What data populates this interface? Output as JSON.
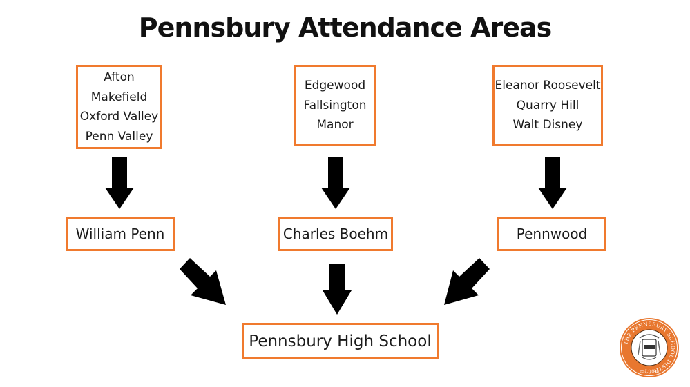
{
  "title": "Pennsbury Attendance Areas",
  "areas": [
    {
      "elementary": [
        "Afton",
        "Makefield",
        "Oxford Valley",
        "Penn Valley"
      ],
      "middle": "William Penn"
    },
    {
      "elementary": [
        "Edgewood",
        "Fallsington",
        "Manor"
      ],
      "middle": "Charles Boehm"
    },
    {
      "elementary": [
        "Eleanor Roosevelt",
        "Quarry Hill",
        "Walt Disney"
      ],
      "middle": "Pennwood"
    }
  ],
  "high_school": "Pennsbury High School",
  "logo": {
    "ring_text": "THE PENNSBURY SCHOOL DISTRICT",
    "est": "EST. 1948"
  },
  "colors": {
    "accent": "#f07a2e",
    "arrow": "#000000"
  }
}
